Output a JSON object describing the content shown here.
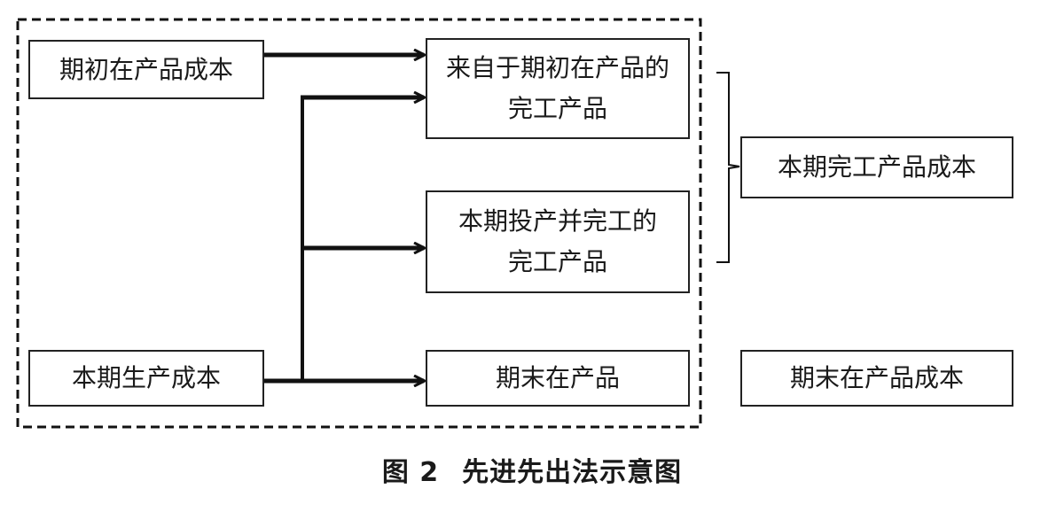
{
  "diagram": {
    "nodes": {
      "opening_wip_cost": "期初在产品成本",
      "current_production_cost": "本期生产成本",
      "from_opening_line1": "来自于期初在产品的",
      "from_opening_line2": "完工产品",
      "current_started_line1": "本期投产并完工的",
      "current_started_line2": "完工产品",
      "ending_wip": "期末在产品",
      "current_finished_cost": "本期完工产品成本",
      "ending_wip_cost": "期末在产品成本"
    }
  },
  "caption": {
    "label": "图 2",
    "title": "先进先出法示意图"
  }
}
